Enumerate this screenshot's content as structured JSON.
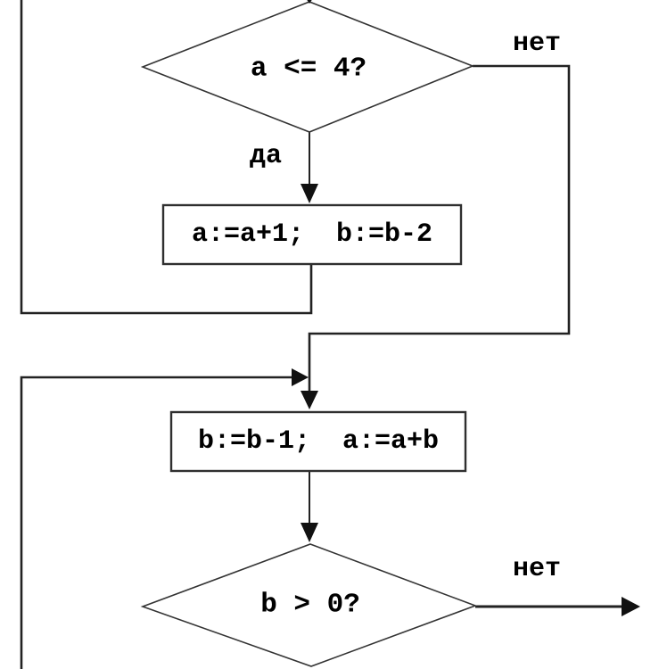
{
  "diagram": {
    "type": "flowchart",
    "language": "ru",
    "decision1": {
      "text": "a <= 4?",
      "shape": "diamond"
    },
    "process1": {
      "text": "a:=a+1;  b:=b-2",
      "shape": "rectangle"
    },
    "process2": {
      "text": "b:=b-1;  a:=a+b",
      "shape": "rectangle"
    },
    "decision2": {
      "text": "b > 0?",
      "shape": "diamond"
    },
    "labels": {
      "yes_branch_decision1": "да",
      "no_branch_decision1": "нет",
      "no_branch_decision2": "нет"
    },
    "edges": [
      "decision1 -нет-> right/down into process2",
      "decision1 -да-> process1",
      "process1 -> loop back left/up to top (loop 1)",
      "left loop line -> junction arrow into process2 input (loop 2 return)",
      "process2 -> decision2",
      "decision2 -нет-> arrow exiting right",
      "decision2 bottom exits below frame"
    ]
  },
  "colors": {
    "background": "#ffffff",
    "line": "#222222",
    "shape_border": "#2f2f2f",
    "arrowhead": "#111111",
    "text": "#000000"
  }
}
